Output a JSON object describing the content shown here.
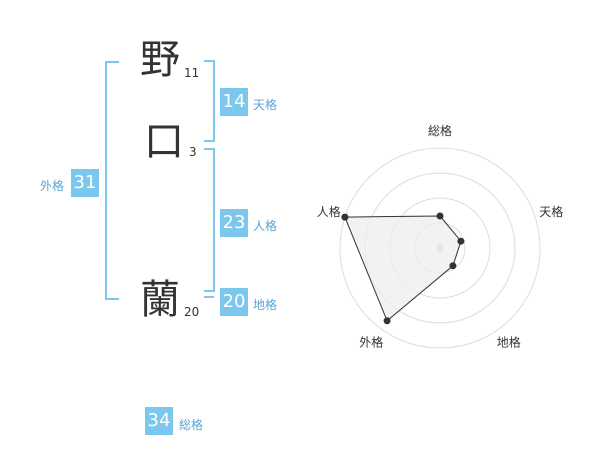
{
  "name": {
    "chars": [
      "野",
      "口",
      "蘭"
    ],
    "strokes": [
      "11",
      "3",
      "20"
    ]
  },
  "scores": {
    "tenkaku": {
      "value": "14",
      "label": "天格"
    },
    "jinkaku": {
      "value": "23",
      "label": "人格"
    },
    "chikaku": {
      "value": "20",
      "label": "地格"
    },
    "gaikaku": {
      "value": "31",
      "label": "外格"
    },
    "soukaku": {
      "value": "34",
      "label": "総格"
    }
  },
  "chart_data": {
    "type": "radar",
    "axes": [
      "総格",
      "天格",
      "地格",
      "外格",
      "人格"
    ],
    "values": [
      0.32,
      0.22,
      0.22,
      0.9,
      1.0
    ],
    "rings": 4,
    "colors": {
      "fill": "#eeeeee",
      "line": "#333333",
      "ring": "#dddddd",
      "accent": "#7cc7ee"
    }
  }
}
